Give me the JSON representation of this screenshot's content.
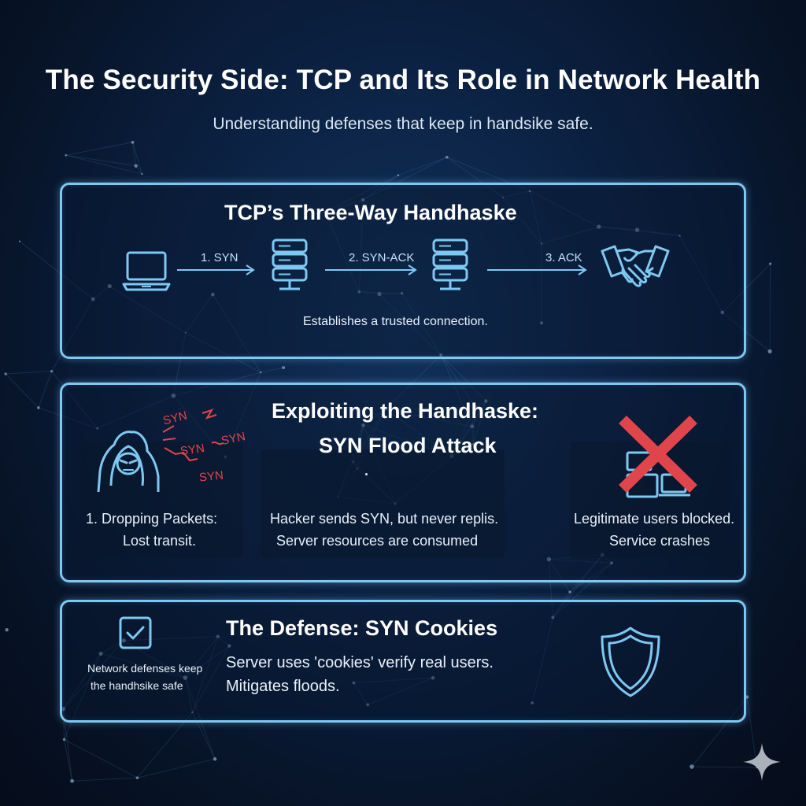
{
  "header": {
    "title": "The Security Side: TCP and Its Role in Network Health",
    "subtitle": "Understanding defenses that keep in handsike safe."
  },
  "handshake": {
    "title": "TCP’s Three-Way Handhaske",
    "steps": [
      "1. SYN",
      "2. SYN-ACK",
      "3. ACK"
    ],
    "caption": "Establishes a trusted connection."
  },
  "attack": {
    "title_line1": "Exploiting the Handhaske:",
    "title_line2": "SYN Flood Attack",
    "syn_labels": [
      "SYN",
      "SYN",
      "SYN",
      "SYN"
    ],
    "left_line1": "1. Dropping Packets:",
    "left_line2": "Lost transit.",
    "mid_line1": "Hacker sends SYN, but never replis.",
    "mid_line2": "Server resources are consumed",
    "right_line1": "Legitimate users blocked.",
    "right_line2": "Service crashes"
  },
  "defense": {
    "title": "The Defense: SYN Cookies",
    "left_line1": "Network defenses keep",
    "left_line2": "the handhsike safe",
    "line1": "Server uses 'cookies' verify real users.",
    "line2": "Mitigates floods."
  },
  "colors": {
    "panel_border": "#7fc6f0",
    "icon_blue": "#7ec8f2",
    "alert_red": "#e0454c",
    "background": "#0b2142"
  },
  "icons": [
    "laptop-icon",
    "server-icon",
    "handshake-icon",
    "hacker-icon",
    "devices-icon",
    "red-x-icon",
    "checkbox-icon",
    "shield-icon",
    "sparkle-icon"
  ]
}
